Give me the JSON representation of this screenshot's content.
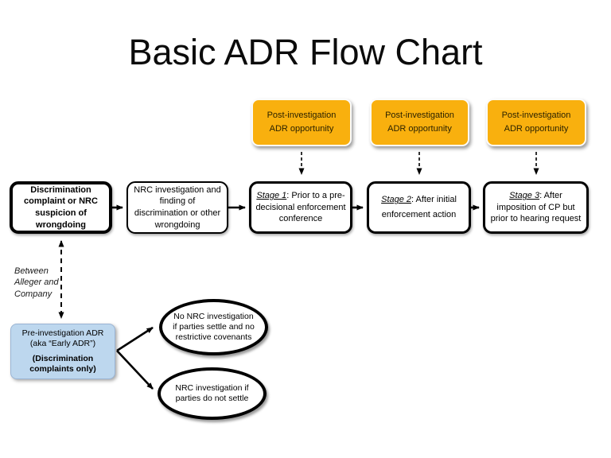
{
  "title": "Basic ADR Flow Chart",
  "colors": {
    "accent_orange": "#F9B00E",
    "accent_blue": "#BDD7EE",
    "ink": "#000000"
  },
  "adr_opportunities": [
    {
      "label": "Post-investigation ADR opportunity"
    },
    {
      "label": "Post-investigation ADR opportunity"
    },
    {
      "label": "Post-investigation ADR opportunity"
    }
  ],
  "main_flow": {
    "boxes": [
      {
        "text": "Discrimination complaint or NRC suspicion of wrongdoing"
      },
      {
        "text": "NRC investigation and finding of discrimination or other wrongdoing"
      },
      {
        "prefix": "Stage 1",
        "rest": ": Prior to a pre-decisional enforcement conference"
      },
      {
        "prefix": "Stage 2",
        "rest": ": After initial enforcement action"
      },
      {
        "prefix": "Stage 3",
        "rest": ": After imposition of CP but prior to hearing request"
      }
    ]
  },
  "side_note": "Between Alleger and Company",
  "pre_investigation": {
    "line1": "Pre-investigation ADR",
    "line2": "(aka “Early ADR”)",
    "line3": "(Discrimination complaints only)"
  },
  "outcomes": [
    {
      "text": "No NRC investigation if parties settle and no restrictive covenants"
    },
    {
      "text": "NRC investigation if parties do not settle"
    }
  ]
}
